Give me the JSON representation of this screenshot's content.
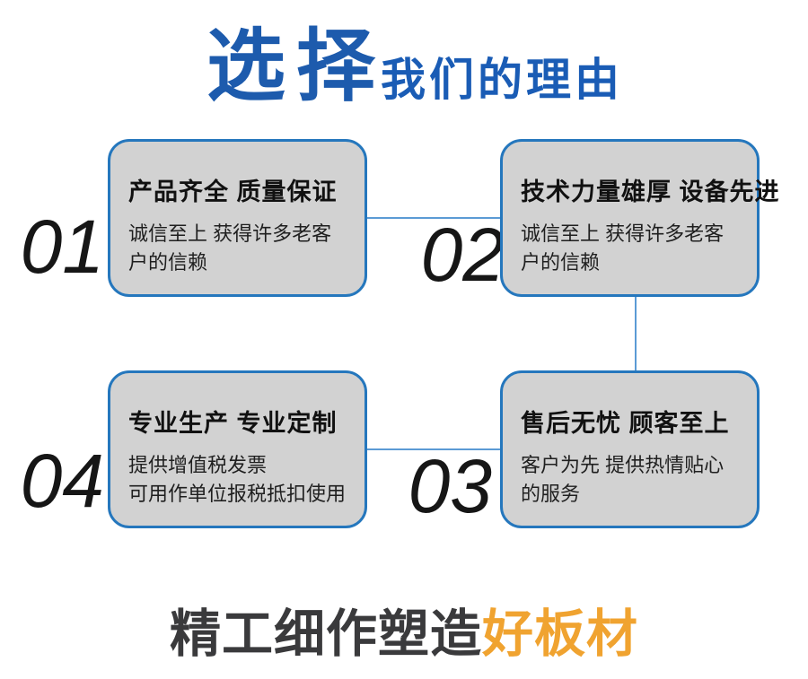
{
  "header": {
    "title_primary": "选择",
    "title_secondary": "我们的理由"
  },
  "reasons": [
    {
      "number": "01",
      "title": "产品齐全 质量保证",
      "desc": "诚信至上 获得许多老客户的信赖"
    },
    {
      "number": "02",
      "title": "技术力量雄厚 设备先进",
      "desc": "诚信至上 获得许多老客户的信赖"
    },
    {
      "number": "03",
      "title": "售后无忧 顾客至上",
      "desc": "客户为先 提供热情贴心的服务"
    },
    {
      "number": "04",
      "title": "专业生产 专业定制",
      "desc": "提供增值税发票\n可用作单位报税抵扣使用"
    }
  ],
  "footer": {
    "prefix": "精工细作塑造",
    "highlight": "好板材"
  },
  "colors": {
    "title_blue": "#1d5bad",
    "box_border_blue": "#2577bd",
    "box_fill_gray": "#d2d2d2",
    "connector_blue": "#5b9bd5",
    "footer_dark": "#3a3a3c",
    "footer_orange": "#f0a330",
    "number_black": "#161616"
  }
}
